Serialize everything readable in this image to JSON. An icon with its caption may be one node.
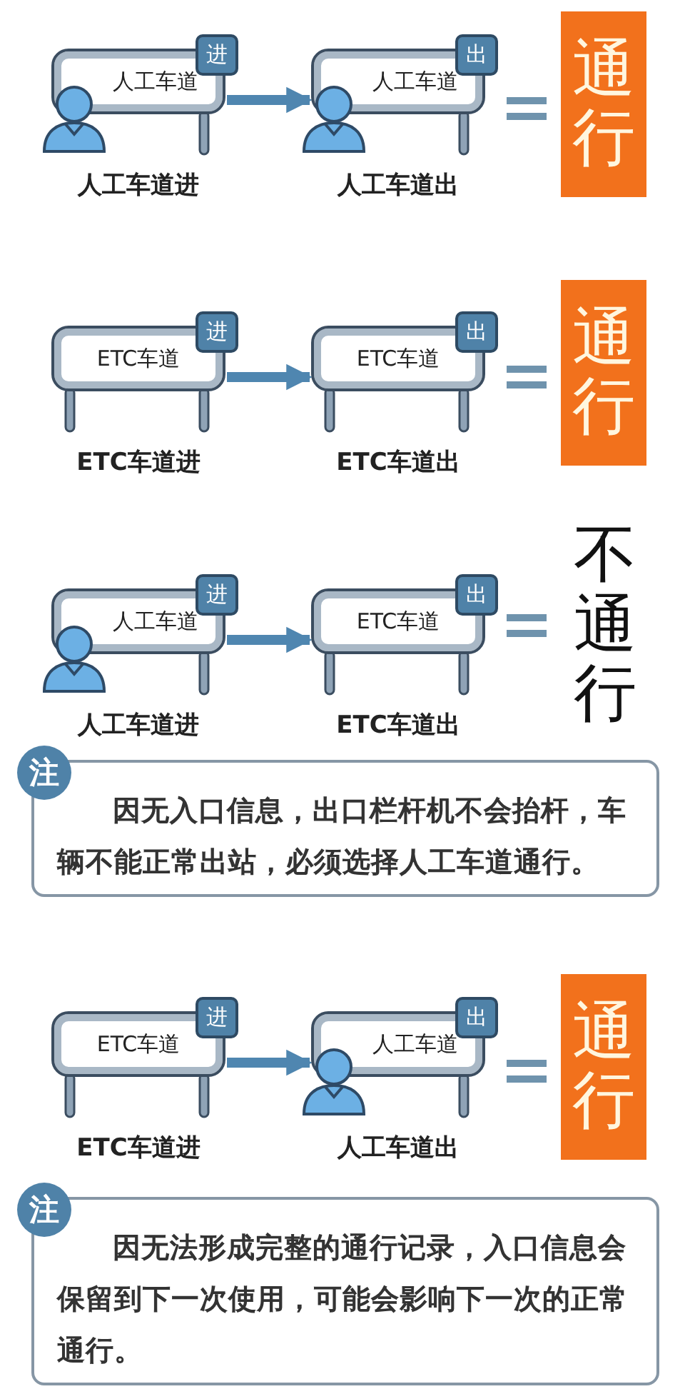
{
  "diagram": {
    "nodes": [
      {
        "text": [
          "人工车道",
          "进"
        ]
      },
      {
        "text": [
          "人工车道",
          "出"
        ]
      },
      {
        "text": [
          "通行"
        ]
      },
      {
        "text": [
          "ETC车道",
          "进"
        ]
      },
      {
        "text": [
          "ETC车道",
          "出"
        ]
      },
      {
        "text": [
          "通行"
        ]
      },
      {
        "text": [
          "人工车道",
          "进"
        ]
      },
      {
        "text": [
          "ETC车道",
          "出"
        ]
      },
      {
        "text": [
          "不通行"
        ]
      },
      {
        "text": [
          "注",
          "因无入口信息，出口栏杆机不会抬杆，车辆不能正常出站，必须选择人工车道通行。"
        ]
      },
      {
        "text": [
          "ETC车道",
          "进"
        ]
      },
      {
        "text": [
          "人工车道",
          "出"
        ]
      },
      {
        "text": [
          "通行"
        ]
      },
      {
        "text": [
          "注",
          "因无法形成完整的通行记录，入口信息会保留到下一次使用，可能会影响下一次的正常通行。"
        ]
      }
    ],
    "edges": [
      {
        "from": 0,
        "to": 1,
        "arrow": "to"
      },
      {
        "from": 3,
        "to": 4,
        "arrow": "to"
      },
      {
        "from": 6,
        "to": 7,
        "arrow": "to"
      },
      {
        "from": 10,
        "to": 11,
        "arrow": "to"
      }
    ],
    "labels": [
      "人工车道进",
      "人工车道出",
      "ETC车道进",
      "ETC车道出",
      "人工车道进",
      "ETC车道出",
      "ETC车道进",
      "人工车道出"
    ]
  }
}
